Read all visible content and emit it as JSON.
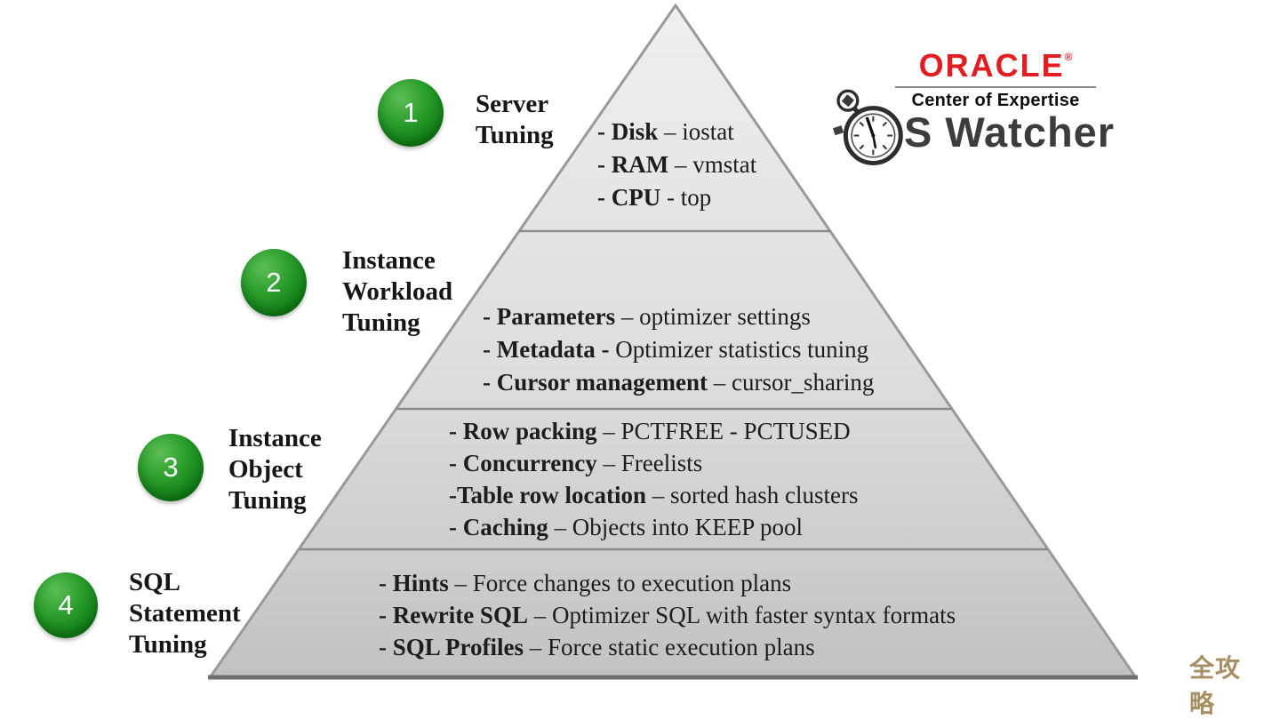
{
  "logo": {
    "brand": "ORACLE",
    "registered": "®",
    "subtitle": "Center of Expertise",
    "product": "S Watcher",
    "brand_color": "#e21c21",
    "product_color": "#3c3c3c",
    "icon": "stopwatch-icon"
  },
  "watermark": {
    "text": "全攻略",
    "color": "#a68f62"
  },
  "pyramid": {
    "fill_top": "#eeeeee",
    "fill_bottom": "#c2c2c2",
    "border_color": "#999999",
    "badge_color": "#1d9422",
    "levels": [
      {
        "number": "1",
        "label_lines": [
          "Server",
          "Tuning",
          ""
        ],
        "items": [
          {
            "term": "- Disk",
            "desc": " – iostat"
          },
          {
            "term": "- RAM",
            "desc": " – vmstat"
          },
          {
            "term": "- CPU",
            "desc": " - top"
          }
        ]
      },
      {
        "number": "2",
        "label_lines": [
          "Instance",
          "Workload",
          "Tuning"
        ],
        "items": [
          {
            "term": "- Parameters",
            "desc": " – optimizer settings"
          },
          {
            "term": "- Metadata -",
            "desc": " Optimizer statistics tuning"
          },
          {
            "term": "- Cursor management",
            "desc": " – cursor_sharing"
          }
        ]
      },
      {
        "number": "3",
        "label_lines": [
          "Instance",
          "Object",
          "Tuning"
        ],
        "items": [
          {
            "term": "- Row packing",
            "desc": " – PCTFREE - PCTUSED"
          },
          {
            "term": "- Concurrency",
            "desc": " – Freelists"
          },
          {
            "term": "-Table row location",
            "desc": " – sorted hash clusters"
          },
          {
            "term": "- Caching",
            "desc": " – Objects into KEEP pool"
          }
        ]
      },
      {
        "number": "4",
        "label_lines": [
          "SQL",
          "Statement",
          "Tuning"
        ],
        "items": [
          {
            "term": "- Hints",
            "desc": " – Force changes to execution plans"
          },
          {
            "term": "- Rewrite SQL",
            "desc": " – Optimizer SQL with faster syntax formats"
          },
          {
            "term": "- SQL Profiles",
            "desc": " – Force static execution plans"
          }
        ]
      }
    ]
  }
}
